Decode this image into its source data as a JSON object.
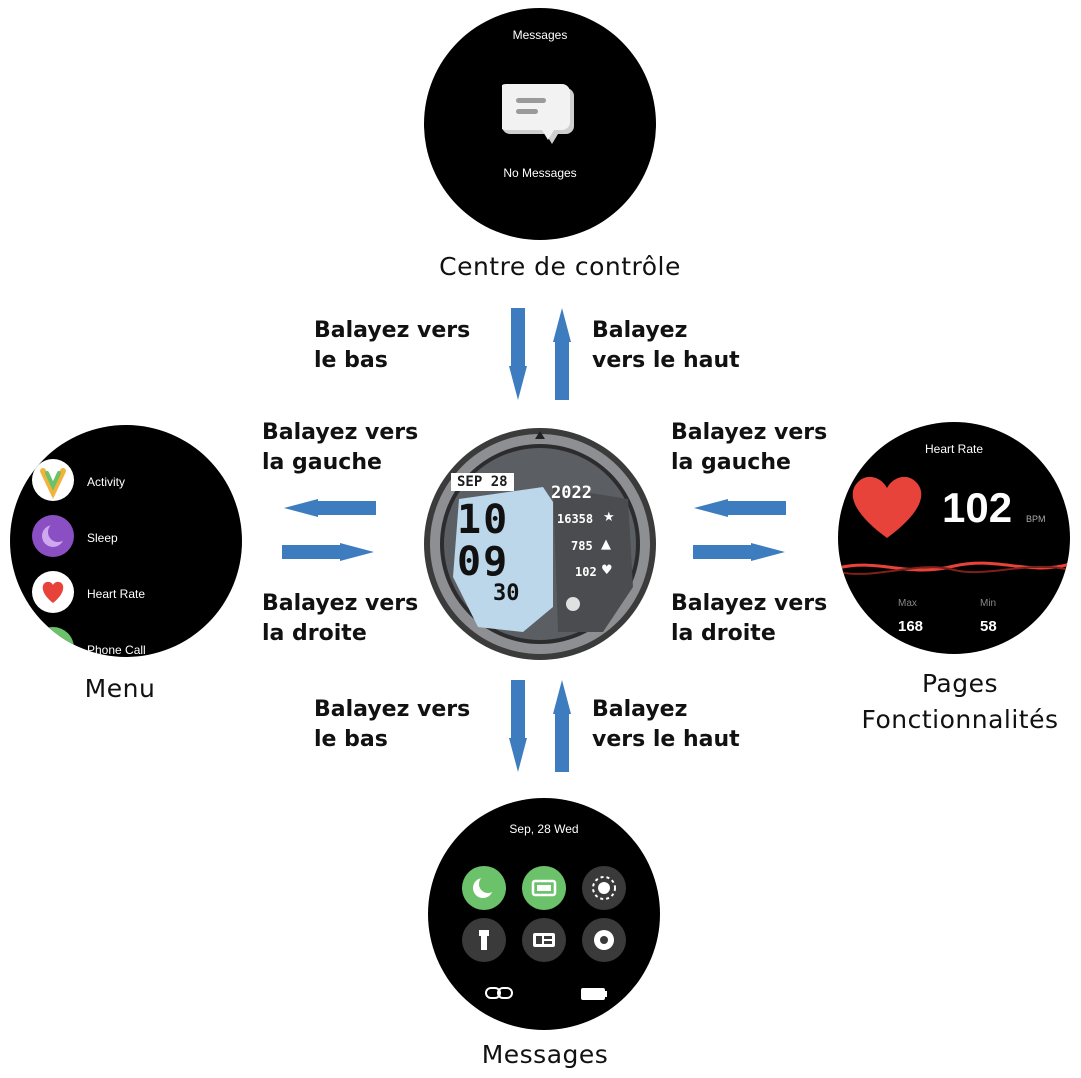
{
  "labels": {
    "top": "Centre de contrôle",
    "left": "Menu",
    "right": "Pages Fonctionnalités",
    "right_line1": "Pages",
    "right_line2": "Fonctionnalités",
    "bottom": "Messages"
  },
  "instructions": {
    "top_down_1": "Balayez vers",
    "top_down_2": "le bas",
    "top_up_1": "Balayez",
    "top_up_2": "vers le haut",
    "left_left_1": "Balayez vers",
    "left_left_2": "la gauche",
    "left_right_1": "Balayez vers",
    "left_right_2": "la droite",
    "right_left_1": "Balayez vers",
    "right_left_2": "la gauche",
    "right_right_1": "Balayez vers",
    "right_right_2": "la droite",
    "bottom_down_1": "Balayez vers",
    "bottom_down_2": "le bas",
    "bottom_up_1": "Balayez",
    "bottom_up_2": "vers le haut"
  },
  "top_screen": {
    "title": "Messages",
    "empty_text": "No Messages",
    "icon": "message-bubble-icon"
  },
  "left_screen": {
    "items": [
      {
        "label": "Activity",
        "icon": "activity-icon"
      },
      {
        "label": "Sleep",
        "icon": "sleep-icon"
      },
      {
        "label": "Heart Rate",
        "icon": "heart-icon"
      },
      {
        "label": "Phone Call",
        "icon": "phone-icon"
      }
    ]
  },
  "right_screen": {
    "title": "Heart Rate",
    "value": "102",
    "unit": "BPM",
    "max_label": "Max",
    "max_value": "168",
    "min_label": "Min",
    "min_value": "58"
  },
  "center_watch": {
    "date": "SEP 28",
    "year": "2022",
    "hour": "10",
    "minute": "09",
    "second": "30",
    "steps": "16358",
    "calories": "785",
    "heart": "102"
  },
  "bottom_screen": {
    "date": "Sep, 28 Wed",
    "buttons": [
      "moon-icon",
      "battery-saver-icon",
      "brightness-icon",
      "flashlight-icon",
      "card-icon",
      "settings-icon"
    ],
    "footer_icons": [
      "link-icon",
      "battery-icon"
    ]
  },
  "colors": {
    "arrow": "#3d7cbf",
    "green": "#6cc26a",
    "heart_red": "#e8433a",
    "watch_bezel": "#8a8a8a",
    "watch_screen": "#bcd6ea"
  }
}
